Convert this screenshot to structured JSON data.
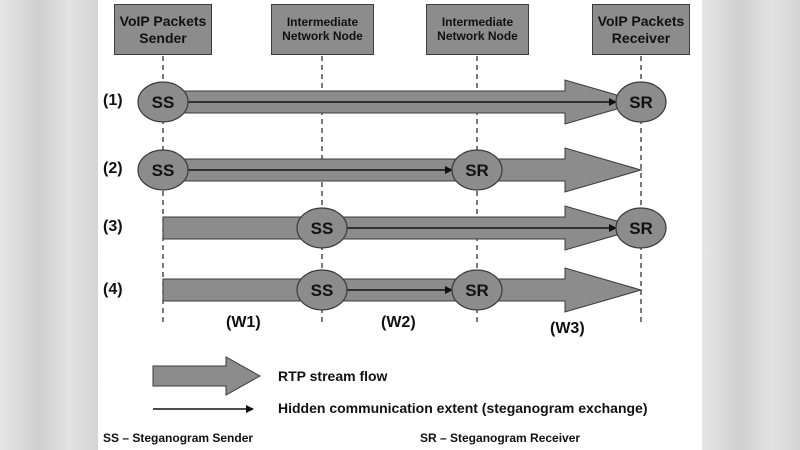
{
  "header": {
    "col1": [
      "VoIP Packets",
      "Sender"
    ],
    "col2": [
      "Intermediate",
      "Network Node"
    ],
    "col3": [
      "Intermediate",
      "Network Node"
    ],
    "col4": [
      "VoIP Packets",
      "Receiver"
    ]
  },
  "rows": [
    {
      "label": "(1)",
      "nodes": [
        "SS",
        "SR"
      ]
    },
    {
      "label": "(2)",
      "nodes": [
        "SS",
        "SR"
      ]
    },
    {
      "label": "(3)",
      "nodes": [
        "SS",
        "SR"
      ]
    },
    {
      "label": "(4)",
      "nodes": [
        "SS",
        "SR"
      ]
    }
  ],
  "segments": [
    "(W1)",
    "(W2)",
    "(W3)"
  ],
  "legend": {
    "rtp": "RTP stream flow",
    "hidden": "Hidden communication extent (steganogram exchange)"
  },
  "abbreviations": {
    "ss": "SS – Steganogram Sender",
    "sr": "SR – Steganogram Receiver"
  },
  "colors": {
    "arrow_fill": "#8c8c8c",
    "node_fill": "#8c8c8c",
    "outline": "#333333"
  }
}
